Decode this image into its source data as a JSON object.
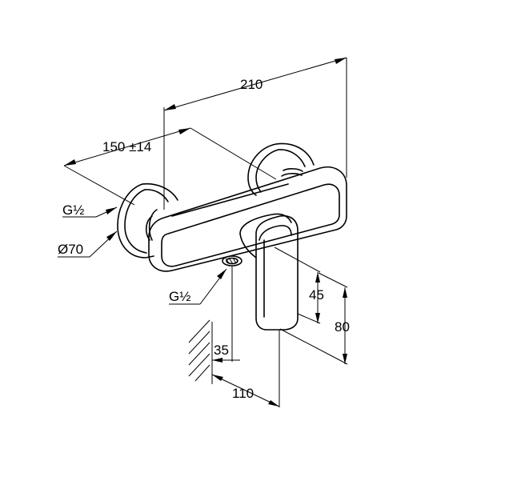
{
  "diagram": {
    "dimensions": {
      "overall_width": "210",
      "center_distance": "150 ±14",
      "inlet_thread_top": "G½",
      "rosette_diameter": "Ø70",
      "outlet_thread": "G½",
      "handle_height": "45",
      "body_height": "80",
      "outlet_offset": "35",
      "projection": "110"
    }
  }
}
